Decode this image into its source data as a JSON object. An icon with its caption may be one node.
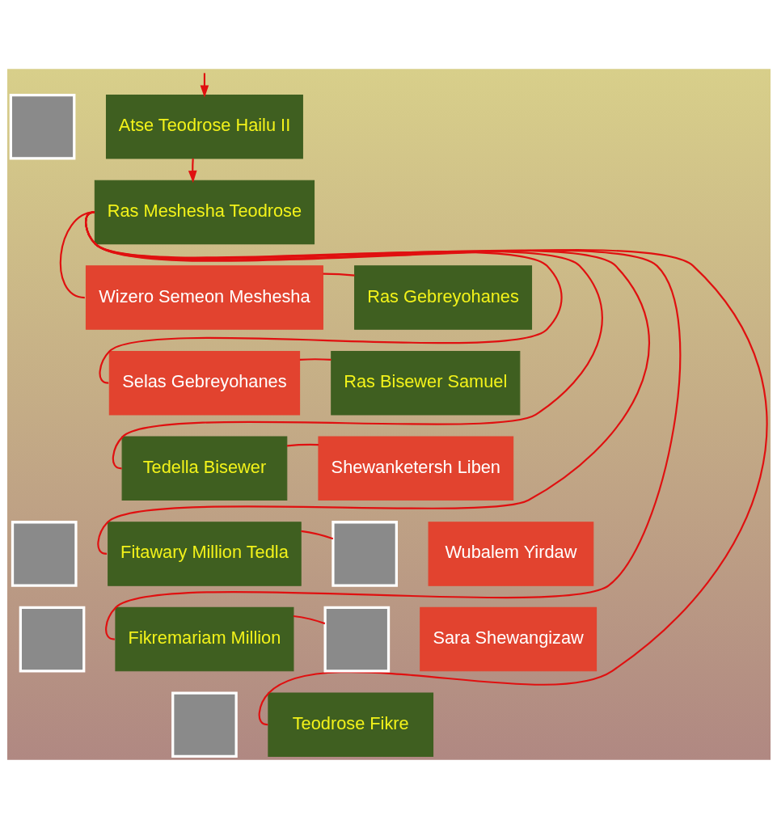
{
  "diagram": {
    "nodes": [
      {
        "text": [],
        "shape": "box"
      },
      {
        "text": [
          "Atse Teodrose Hailu II"
        ]
      },
      {
        "text": [
          "Ras Meshesha Teodrose"
        ]
      },
      {
        "text": [
          "Wizero Semeon Meshesha"
        ]
      },
      {
        "text": [
          "Ras Gebreyohanes"
        ]
      },
      {
        "text": [
          "Selas Gebreyohanes"
        ]
      },
      {
        "text": [
          "Ras Bisewer Samuel"
        ]
      },
      {
        "text": [
          "Tedella Bisewer"
        ]
      },
      {
        "text": [
          "Shewanketersh Liben"
        ]
      },
      {
        "text": [],
        "shape": "box"
      },
      {
        "text": [
          "Fitawary Million Tedla"
        ]
      },
      {
        "text": [],
        "shape": "box"
      },
      {
        "text": [
          "Wubalem Yirdaw"
        ]
      },
      {
        "text": [],
        "shape": "box"
      },
      {
        "text": [
          "Fikremariam Million"
        ]
      },
      {
        "text": [],
        "shape": "box"
      },
      {
        "text": [
          "Sara Shewangizaw"
        ]
      },
      {
        "text": [],
        "shape": "box"
      },
      {
        "text": [
          "Teodrose Fikre"
        ]
      }
    ],
    "edges": [
      {
        "from": null,
        "to": 1,
        "arrow": "to"
      },
      {
        "from": 1,
        "to": 2,
        "arrow": "to"
      },
      {
        "from": 2,
        "to": 3,
        "arrow": "none"
      },
      {
        "from": 2,
        "to": 5,
        "arrow": "none"
      },
      {
        "from": 2,
        "to": 7,
        "arrow": "none"
      },
      {
        "from": 2,
        "to": 10,
        "arrow": "none"
      },
      {
        "from": 2,
        "to": 14,
        "arrow": "none"
      },
      {
        "from": 2,
        "to": 18,
        "arrow": "none"
      },
      {
        "from": 3,
        "to": 4,
        "arrow": "none"
      },
      {
        "from": 5,
        "to": 6,
        "arrow": "none"
      },
      {
        "from": 7,
        "to": 8,
        "arrow": "none"
      },
      {
        "from": 10,
        "to": 11,
        "arrow": "none"
      },
      {
        "from": 14,
        "to": 15,
        "arrow": "none"
      }
    ]
  }
}
